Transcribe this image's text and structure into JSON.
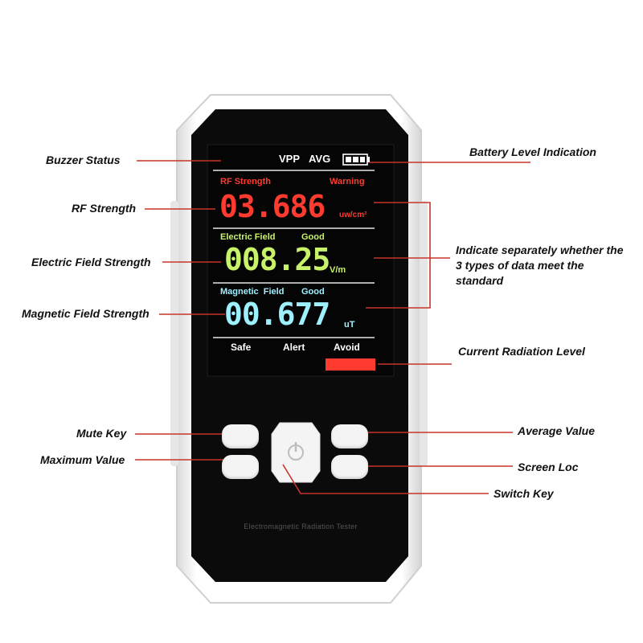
{
  "screen": {
    "header": {
      "vpp": "VPP",
      "avg": "AVG",
      "battery_icon": "battery-icon"
    },
    "rf": {
      "label": "RF Strength",
      "status": "Warning",
      "value": "03.686",
      "unit": "uw/cm²"
    },
    "electric": {
      "label": "Electric Field",
      "status": "Good",
      "value": "008.25",
      "unit": "V/m"
    },
    "magnetic": {
      "label": "Magnetic  Field",
      "status": "Good",
      "value": "00.677",
      "unit": "uT"
    },
    "levels": {
      "safe": "Safe",
      "alert": "Alert",
      "avoid": "Avoid"
    },
    "colors": {
      "rf": "#ff3b30",
      "electric": "#c8f26a",
      "magnetic": "#9ff0ff",
      "level_bar": "#ff3b30"
    }
  },
  "device": {
    "brand_text": "Electromagnetic Radiation Tester"
  },
  "annotations": {
    "buzzer_status": "Buzzer Status",
    "battery_level": "Battery Level Indication",
    "rf_strength": "RF Strength",
    "electric_field_strength": "Electric Field Strength",
    "indicate_standard": "Indicate separately whether the 3 types of data meet the standard",
    "magnetic_field_strength": "Magnetic Field Strength",
    "current_radiation_level": "Current Radiation Level",
    "mute_key": "Mute Key",
    "maximum_value": "Maximum Value",
    "average_value": "Average Value",
    "screen_loc": "Screen Loc",
    "switch_key": "Switch Key"
  }
}
